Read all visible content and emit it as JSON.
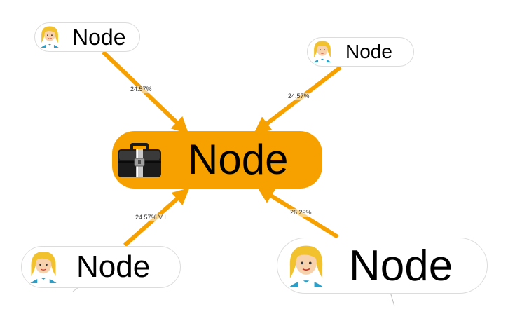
{
  "diagram": {
    "accent_color": "#f7a100",
    "center": {
      "label": "Node",
      "icon": "briefcase-icon"
    },
    "nodes": [
      {
        "label": "Node",
        "icon": "person-icon"
      },
      {
        "label": "Node",
        "icon": "person-icon"
      },
      {
        "label": "Node",
        "icon": "person-icon"
      },
      {
        "label": "Node",
        "icon": "person-icon"
      }
    ],
    "edges": [
      {
        "from": "nodes.0",
        "to": "center",
        "label": "24.57%"
      },
      {
        "from": "nodes.1",
        "to": "center",
        "label": "24.57%"
      },
      {
        "from": "nodes.2",
        "to": "center",
        "label": "24.57% V L"
      },
      {
        "from": "nodes.3",
        "to": "center",
        "label": "26.29%"
      }
    ]
  }
}
